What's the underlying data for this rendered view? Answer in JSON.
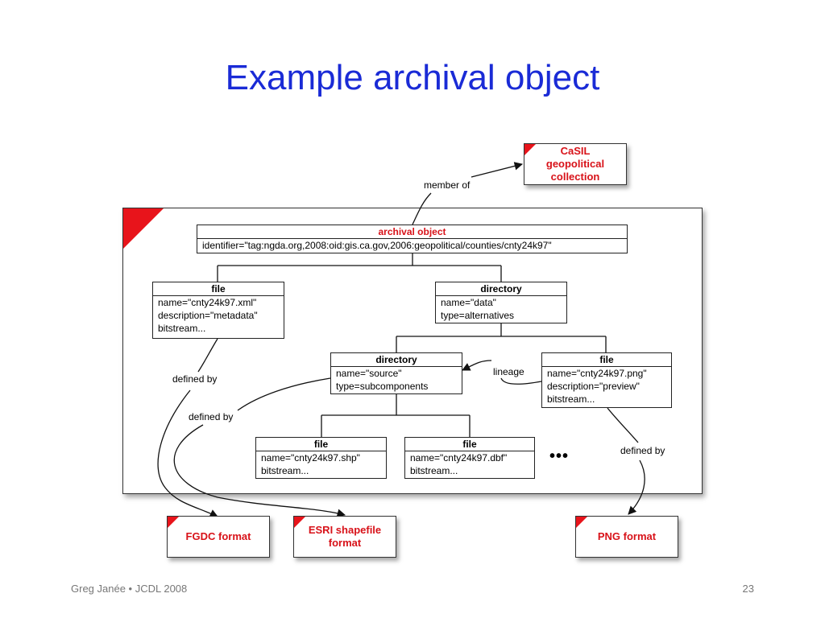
{
  "slide": {
    "title": "Example archival object",
    "footer_left": "Greg Janée • JCDL 2008",
    "page_number": "23"
  },
  "external": {
    "casil": "CaSIL geopolitical collection",
    "fgdc": "FGDC format",
    "esri": "ESRI shapefile format",
    "png": "PNG format"
  },
  "archival_object": {
    "header": "archival object",
    "identifier": "identifier=\"tag:ngda.org,2008:oid:gis.ca.gov,2006:geopolitical/counties/cnty24k97\""
  },
  "file_xml": {
    "header": "file",
    "rows": [
      "name=\"cnty24k97.xml\"",
      "description=\"metadata\"",
      "bitstream..."
    ]
  },
  "directory_data": {
    "header": "directory",
    "rows": [
      "name=\"data\"",
      "type=alternatives"
    ]
  },
  "directory_source": {
    "header": "directory",
    "rows": [
      "name=\"source\"",
      "type=subcomponents"
    ]
  },
  "file_png": {
    "header": "file",
    "rows": [
      "name=\"cnty24k97.png\"",
      "description=\"preview\"",
      "bitstream..."
    ]
  },
  "file_shp": {
    "header": "file",
    "rows": [
      "name=\"cnty24k97.shp\"",
      "bitstream..."
    ]
  },
  "file_dbf": {
    "header": "file",
    "rows": [
      "name=\"cnty24k97.dbf\"",
      "bitstream..."
    ]
  },
  "ellipsis": "•••",
  "relations": {
    "member_of": "member of",
    "defined_by_xml": "defined by",
    "defined_by_shp": "defined by",
    "defined_by_png": "defined by",
    "lineage": "lineage"
  },
  "colors": {
    "title": "#1a2bd6",
    "accent_red": "#e8141b",
    "header_red": "#d81219"
  }
}
